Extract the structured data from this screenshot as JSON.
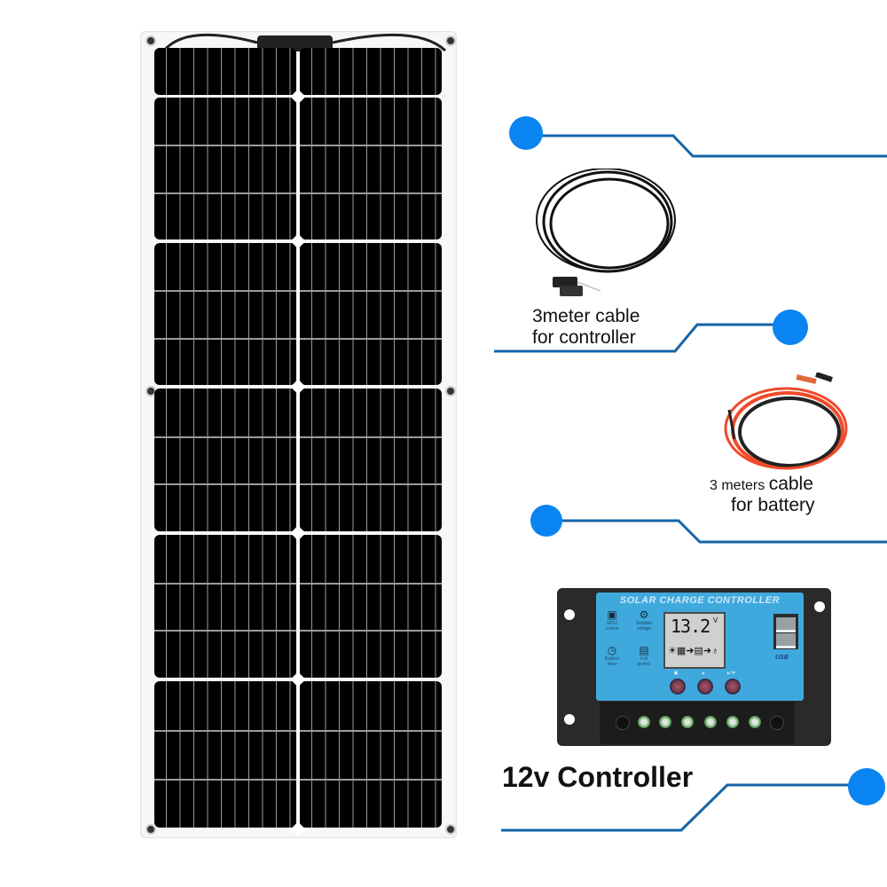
{
  "callouts": {
    "controller_cable": {
      "line1": "3meter cable",
      "line2": "for controller"
    },
    "battery_cable": {
      "part1": "3 meters",
      "part2": "cable",
      "line2": "for battery"
    },
    "controller": {
      "label": "12v Controller"
    }
  },
  "controller_device": {
    "title": "SOLAR CHARGE CONTROLLER",
    "lcd_value": "13.2",
    "lcd_unit": "V",
    "features": [
      {
        "icon": "chip-icon",
        "label": "MCU control"
      },
      {
        "icon": "gear-icon",
        "label": "Settable voltage"
      },
      {
        "icon": "clock-icon",
        "label": "Build-in timer"
      },
      {
        "icon": "lock-icon",
        "label": "Full protect"
      }
    ],
    "buttons": [
      {
        "label": "▣"
      },
      {
        "label": "▲"
      },
      {
        "label": "▲/▼"
      }
    ],
    "usb_label": "USB"
  },
  "colors": {
    "accent_dot": "#0a84f0",
    "callout_line": "#1565a8",
    "controller_face": "#3fa9de"
  }
}
